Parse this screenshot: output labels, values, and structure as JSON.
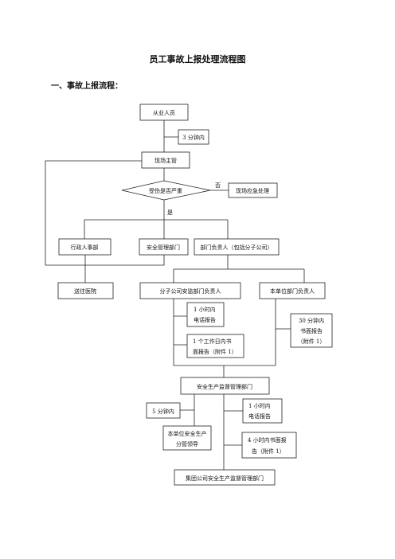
{
  "doc": {
    "title": "员工事故上报处理流程图",
    "section_heading": "一、事故上报流程："
  },
  "nodes": {
    "worker": "从业人员",
    "t_3min_a": "3 分钟内",
    "site_supervisor": "现场主管",
    "decision": "受伤是否严重",
    "no_label": "否",
    "yes_label": "是",
    "site_emergency": "现场应急处理",
    "admin_hr": "行政人事部",
    "safety_dept": "安全管理部门",
    "dept_head": "部门负责人（包括分子公司）",
    "hospital": "送往医院",
    "sub_safety_head": "分子公司安监部门负责人",
    "unit_head": "本单位部门负责人",
    "r1_line1": "1 小时内",
    "r1_line2": "电话报告",
    "r2_line1": "1 个工作日内书",
    "r2_line2": "面报告（附件 1）",
    "r3_line1": "30 分钟内",
    "r3_line2": "书面报告",
    "r3_line3": "（附件 1）",
    "safety_supervision": "安全生产监督管理部门",
    "t_5min": "5 分钟内",
    "r4_line1": "1 小时内",
    "r4_line2": "电话报告",
    "leader_line1": "本单位安全生产",
    "leader_line2": "分管领导",
    "r5_line1": "4 小时内书面报",
    "r5_line2": "告（附件 1）",
    "group_safety": "集团公司安全生产监督管理部门"
  }
}
